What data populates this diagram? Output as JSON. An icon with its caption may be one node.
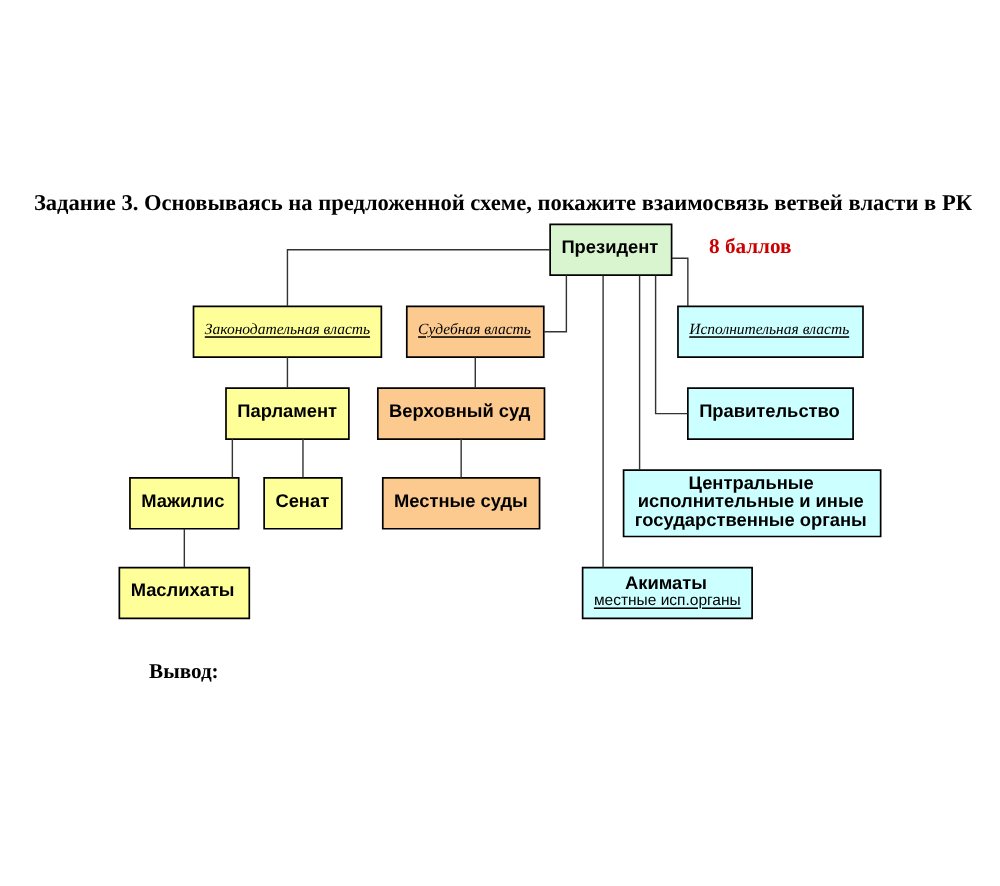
{
  "diagram": {
    "title": "Задание 3. Основываясь на предложенной схеме, покажите взаимосвязь ветвей власти в РК",
    "nodes": [
      {
        "text": [
          "Президент"
        ]
      },
      {
        "text": [
          "Законодательная власть"
        ]
      },
      {
        "text": [
          "Исполнительная власть"
        ]
      },
      {
        "text": [
          "Судебная власть"
        ]
      },
      {
        "text": [
          "Парламент"
        ]
      },
      {
        "text": [
          "Сенат"
        ]
      },
      {
        "text": [
          "Мажилис"
        ]
      },
      {
        "text": [
          "Маслихаты"
        ]
      },
      {
        "text": [
          "Правительство"
        ]
      },
      {
        "text": [
          "Центральные исполнительные и иные государственные органы"
        ]
      },
      {
        "text": [
          "Акиматы",
          "местные исп.органы"
        ]
      },
      {
        "text": [
          "Верховный суд"
        ]
      },
      {
        "text": [
          "Местные суды"
        ]
      }
    ],
    "edges": [
      {
        "from": 0,
        "to": 1,
        "arrow": "none"
      },
      {
        "from": 0,
        "to": 2,
        "arrow": "none"
      },
      {
        "from": 0,
        "to": 3,
        "arrow": "none"
      },
      {
        "from": 1,
        "to": 4,
        "arrow": "none"
      },
      {
        "from": 4,
        "to": 5,
        "arrow": "none"
      },
      {
        "from": 4,
        "to": 6,
        "arrow": "none"
      },
      {
        "from": 6,
        "to": 7,
        "arrow": "none"
      },
      {
        "from": 0,
        "to": 8,
        "arrow": "none"
      },
      {
        "from": 0,
        "to": 9,
        "arrow": "none"
      },
      {
        "from": 0,
        "to": 10,
        "arrow": "none"
      },
      {
        "from": 3,
        "to": 11,
        "arrow": "none"
      },
      {
        "from": 11,
        "to": 12,
        "arrow": "none"
      }
    ],
    "labels": [
      "8 баллов",
      "Вывод:"
    ]
  }
}
